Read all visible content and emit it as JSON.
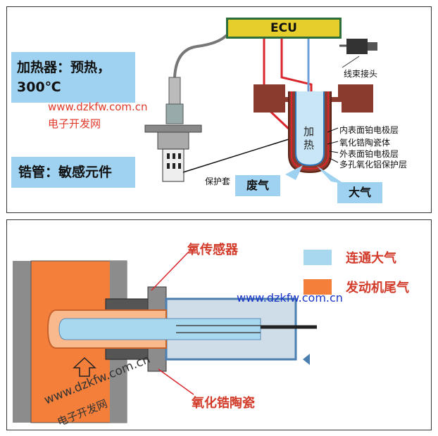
{
  "top_panel": {
    "ecu_label": "ECU",
    "heater_callout": [
      "加热器：预热，",
      "300℃"
    ],
    "zirconia_callout": "锆管：敏感元件",
    "harness_connector": "线束接头",
    "layers": [
      "内表面铂电极层",
      "氧化锆陶瓷体",
      "外表面铂电极层",
      "多孔氧化铝保护层"
    ],
    "heating_text": [
      "加",
      "热"
    ],
    "protective_sleeve": "保护套",
    "exhaust_label": "废气",
    "atmosphere_label": "大气",
    "watermark_url": "www.dzkfw.com.cn",
    "watermark_cn": "电子开发网"
  },
  "bottom_panel": {
    "sensor_label": "氧传感器",
    "ceramic_label": "氧化锆陶瓷",
    "legend": [
      {
        "label": "连通大气",
        "color": "#a8d8f0"
      },
      {
        "label": "发动机尾气",
        "color": "#f47f3b"
      }
    ],
    "watermark_url": "www.dzkfw.com.cn",
    "watermark_url2": "www.dzkfw.com.cn",
    "watermark_cn": "电子开发网"
  },
  "colors": {
    "ecu_fill": "#e6cf2c",
    "ecu_border": "#2e6e3a",
    "wire_red": "#d8262c",
    "wire_blue": "#6f9fd8",
    "exhaust_orange": "#f47f3b",
    "air_blue": "#a8d8f0"
  }
}
